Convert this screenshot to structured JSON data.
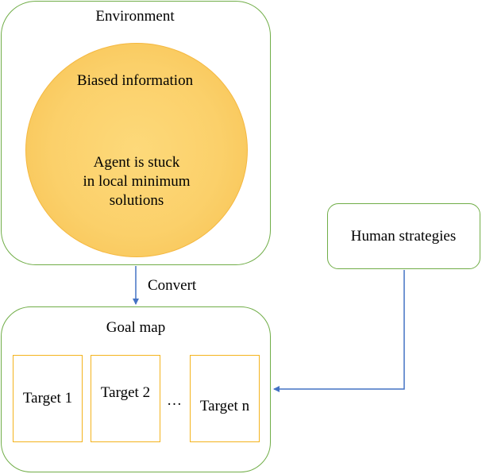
{
  "environment": {
    "title": "Environment"
  },
  "circle": {
    "top_text": "Biased information",
    "line1": "Agent is stuck",
    "line2": "in local minimum",
    "line3": "solutions"
  },
  "convert_label": "Convert",
  "goal_map": {
    "title": "Goal map",
    "targets": [
      "Target 1",
      "Target 2",
      "Target n"
    ],
    "ellipsis": "…"
  },
  "human": {
    "label": "Human strategies"
  },
  "colors": {
    "box_border": "#70ad47",
    "circle_fill": "#fbd06a",
    "target_border": "#f4b31c",
    "arrow": "#4472c4"
  }
}
